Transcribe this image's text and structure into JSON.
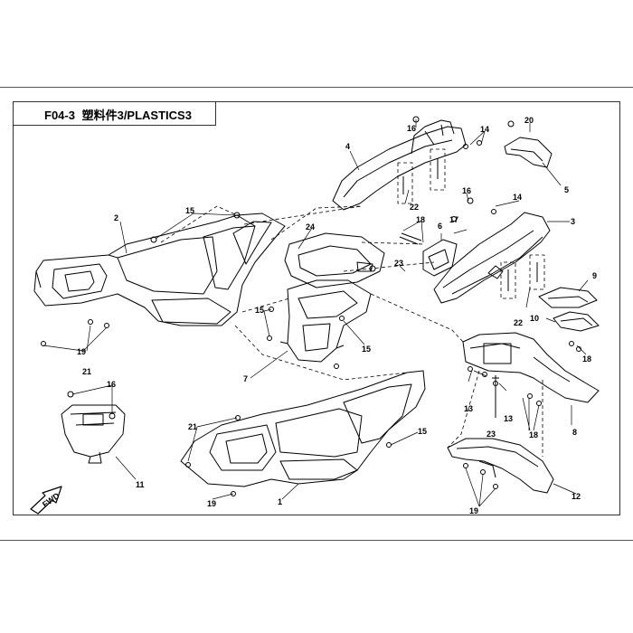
{
  "title": {
    "code": "F04-3",
    "name": "塑料件3/PLASTICS3"
  },
  "arrow_label": "FWD",
  "callouts": [
    "1",
    "2",
    "3",
    "4",
    "5",
    "6",
    "7",
    "8",
    "9",
    "10",
    "11",
    "12",
    "13",
    "13",
    "14",
    "14",
    "15",
    "15",
    "15",
    "15",
    "16",
    "16",
    "16",
    "17",
    "18",
    "18",
    "18",
    "19",
    "19",
    "19",
    "20",
    "21",
    "21",
    "22",
    "22",
    "23",
    "23",
    "24"
  ]
}
